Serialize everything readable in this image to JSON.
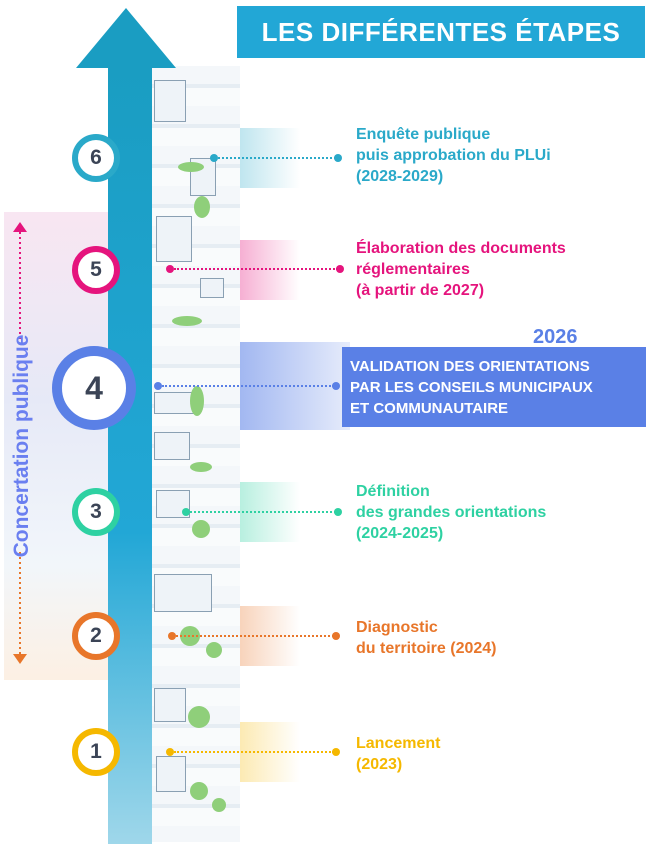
{
  "title": "LES DIFFÉRENTES ÉTAPES",
  "concertation": {
    "label": "Concertation publique",
    "color": "#6a7ff0"
  },
  "colors": {
    "arrow": "#1a9dc2",
    "banner": "#22a7d6"
  },
  "steps": [
    {
      "number": "1",
      "text": "Lancement\n(2023)",
      "color": "#f5b800"
    },
    {
      "number": "2",
      "text": "Diagnostic\ndu territoire (2024)",
      "color": "#e8762a"
    },
    {
      "number": "3",
      "text": "Définition\ndes grandes orientations\n(2024-2025)",
      "color": "#2ed1a2"
    },
    {
      "number": "4",
      "year": "2026",
      "text": "VALIDATION DES ORIENTATIONS\nPAR LES CONSEILS MUNICIPAUX\nET COMMUNAUTAIRE",
      "color": "#5a80e6"
    },
    {
      "number": "5",
      "text": "Élaboration des documents\nréglementaires\n(à partir de 2027)",
      "color": "#e5147d"
    },
    {
      "number": "6",
      "text": "Enquête publique\npuis approbation du PLUi\n(2028-2029)",
      "color": "#2aa9c9"
    }
  ]
}
